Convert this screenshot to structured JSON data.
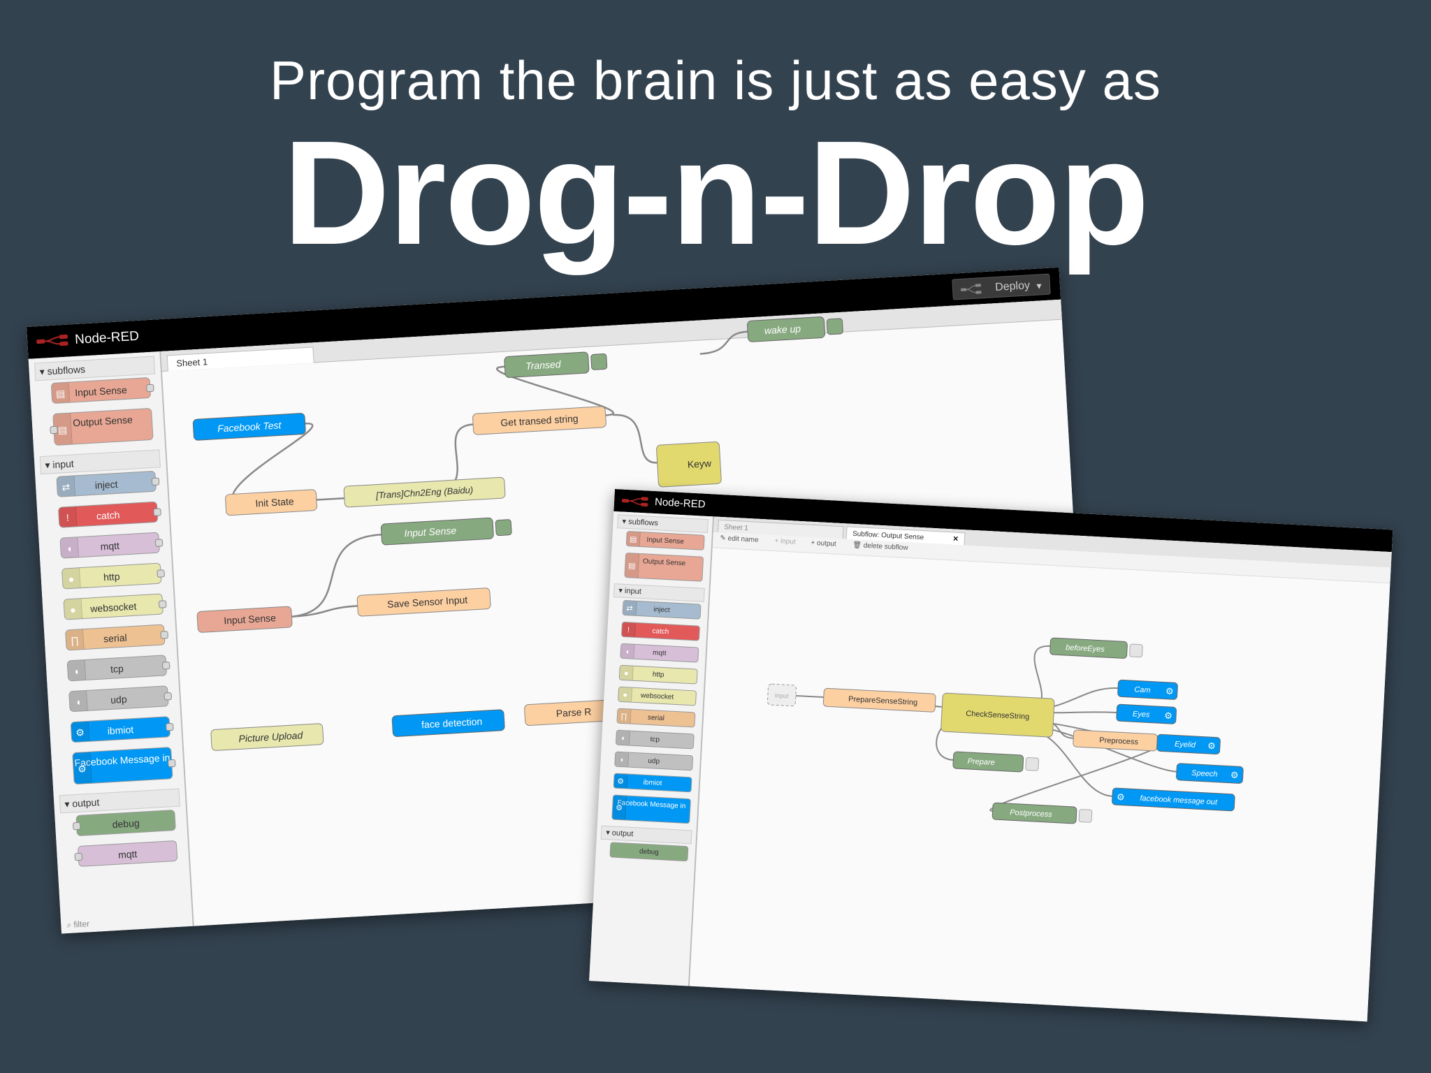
{
  "slide": {
    "subtitle": "Program the brain is just as easy as",
    "title": "Drog-n-Drop"
  },
  "back_window": {
    "brand": "Node-RED",
    "deploy_label": "Deploy",
    "tab": "Sheet 1",
    "palette": {
      "subflows_header": "subflows",
      "subflows": [
        "Input Sense",
        "Output Sense"
      ],
      "input_header": "input",
      "inputs": [
        "inject",
        "catch",
        "mqtt",
        "http",
        "websocket",
        "serial",
        "tcp",
        "udp",
        "ibmiot",
        "Facebook Message in"
      ],
      "output_header": "output",
      "outputs": [
        "debug",
        "mqtt"
      ],
      "filter_placeholder": "filter"
    },
    "nodes": {
      "facebook_test": "Facebook Test",
      "init_state": "Init State",
      "trans_chn2eng": "[Trans]Chn2Eng (Baidu)",
      "get_transed": "Get transed string",
      "transed": "Transed",
      "wake_up": "wake up",
      "keyword": "Keyw",
      "input_sense_out": "Input Sense",
      "input_sense": "Input Sense",
      "save_sensor": "Save Sensor Input",
      "picture_upload": "Picture Upload",
      "face_detection": "face detection",
      "parse": "Parse R"
    }
  },
  "front_window": {
    "brand": "Node-RED",
    "tab_sheet": "Sheet 1",
    "tab_subflow": "Subflow: Output Sense",
    "toolbar": {
      "edit_name": "edit name",
      "input": "+ input",
      "output": "+ output",
      "delete_subflow": "delete subflow"
    },
    "palette": {
      "subflows_header": "subflows",
      "subflows": [
        "Input Sense",
        "Output Sense"
      ],
      "input_header": "input",
      "inputs": [
        "inject",
        "catch",
        "mqtt",
        "http",
        "websocket",
        "serial",
        "tcp",
        "udp",
        "ibmiot",
        "Facebook Message in"
      ],
      "output_header": "output",
      "outputs": [
        "debug"
      ]
    },
    "nodes": {
      "input": "input",
      "prepare_sense": "PrepareSenseString",
      "check_sense": "CheckSenseString",
      "before_eyes": "beforeEyes",
      "cam": "Cam",
      "eyes": "Eyes",
      "preprocess": "Preprocess",
      "eyelid": "Eyelid",
      "speech": "Speech",
      "prepare": "Prepare",
      "facebook_out": "facebook message out",
      "postprocess": "Postprocess"
    }
  },
  "colors": {
    "background": "#33424f",
    "subflow": "#e8a794",
    "inject": "#a6bbcf",
    "catch": "#e2595a",
    "mqtt": "#d8bfd8",
    "http": "#e7e7ae",
    "serial": "#eec193",
    "tcp": "#c0c0c0",
    "ibmiot": "#0098f4",
    "function": "#fdd0a2",
    "debug": "#87a980",
    "switch": "#e2d96e"
  }
}
